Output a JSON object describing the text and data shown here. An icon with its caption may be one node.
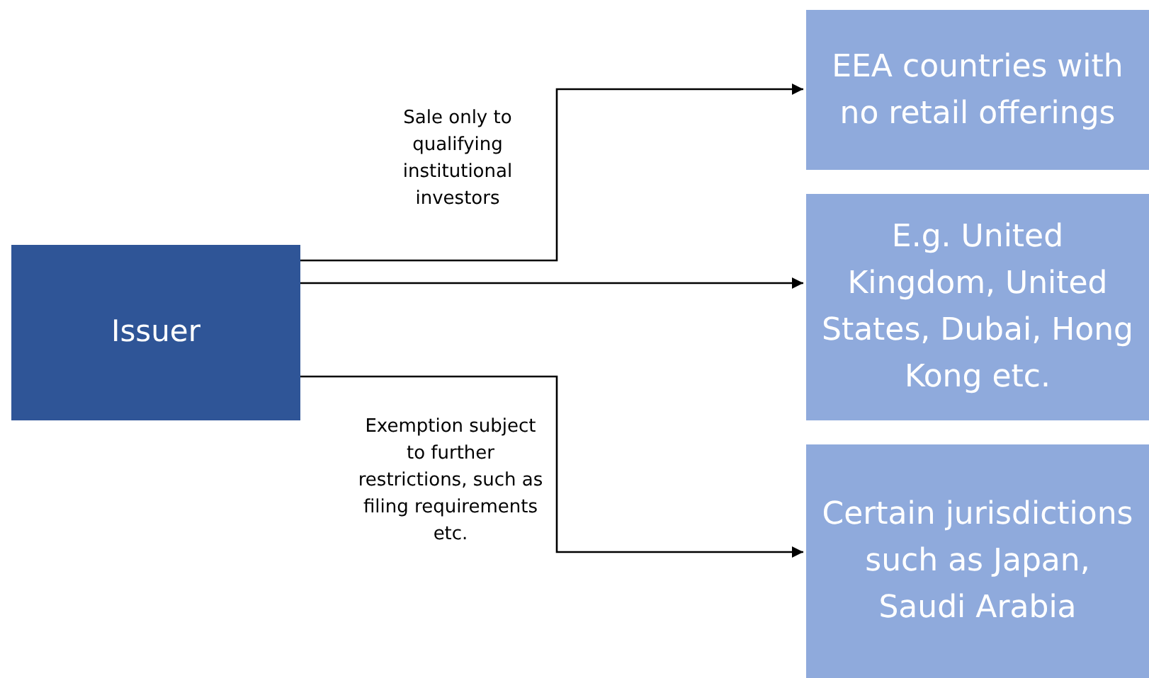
{
  "diagram": {
    "nodes": [
      {
        "text": [
          "Issuer"
        ]
      },
      {
        "text": [
          "EEA countries with no retail offerings"
        ]
      },
      {
        "text": [
          "E.g. United Kingdom, United States, Dubai, Hong Kong etc."
        ]
      },
      {
        "text": [
          "Certain jurisdictions such as Japan, Saudi Arabia"
        ]
      }
    ],
    "edges": [
      {
        "from": 0,
        "to": 1,
        "arrow": "to",
        "label": "Sale only to qualifying institutional investors"
      },
      {
        "from": 0,
        "to": 2,
        "arrow": "to"
      },
      {
        "from": 0,
        "to": 3,
        "arrow": "to",
        "label": "Exemption subject to further restrictions, such as filing requirements etc."
      }
    ]
  }
}
